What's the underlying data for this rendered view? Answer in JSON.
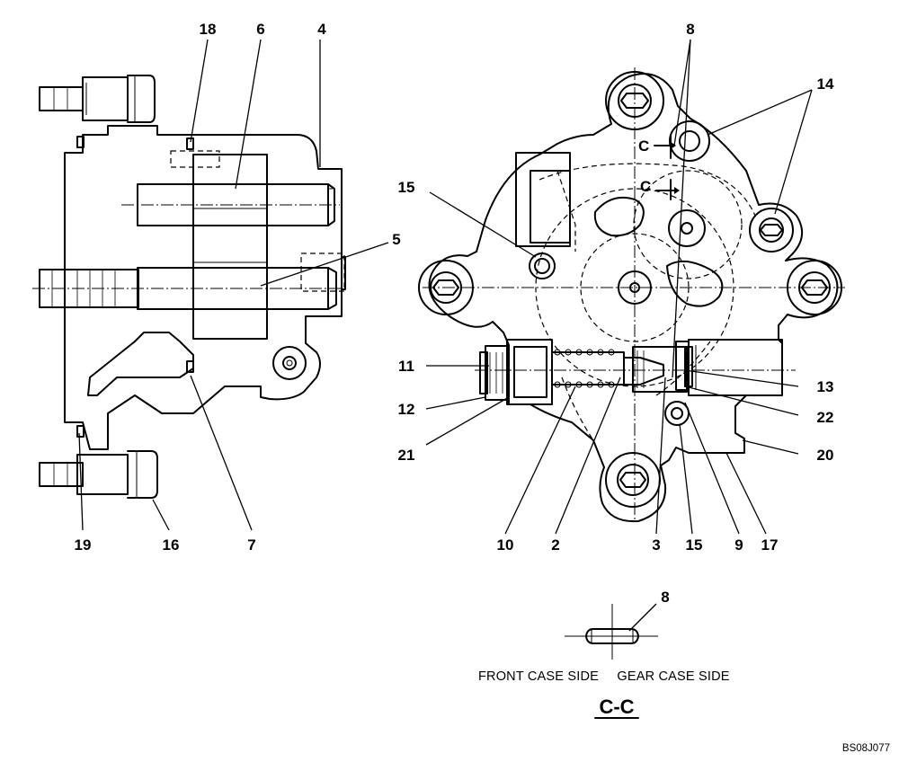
{
  "callouts": {
    "c18": "18",
    "c6": "6",
    "c4": "4",
    "c5": "5",
    "c19": "19",
    "c16": "16",
    "c7": "7",
    "c8_top": "8",
    "c14": "14",
    "c15_left": "15",
    "c11": "11",
    "c12": "12",
    "c21": "21",
    "c13": "13",
    "c22": "22",
    "c20": "20",
    "c10": "10",
    "c2": "2",
    "c3": "3",
    "c15_bottom": "15",
    "c9": "9",
    "c17": "17",
    "c8_detail": "8"
  },
  "section_marks": {
    "upper": "C",
    "lower": "C"
  },
  "detail": {
    "front_label": "FRONT CASE SIDE",
    "gear_label": "GEAR CASE SIDE",
    "title": "C-C"
  },
  "drawing_code": "BS08J077"
}
